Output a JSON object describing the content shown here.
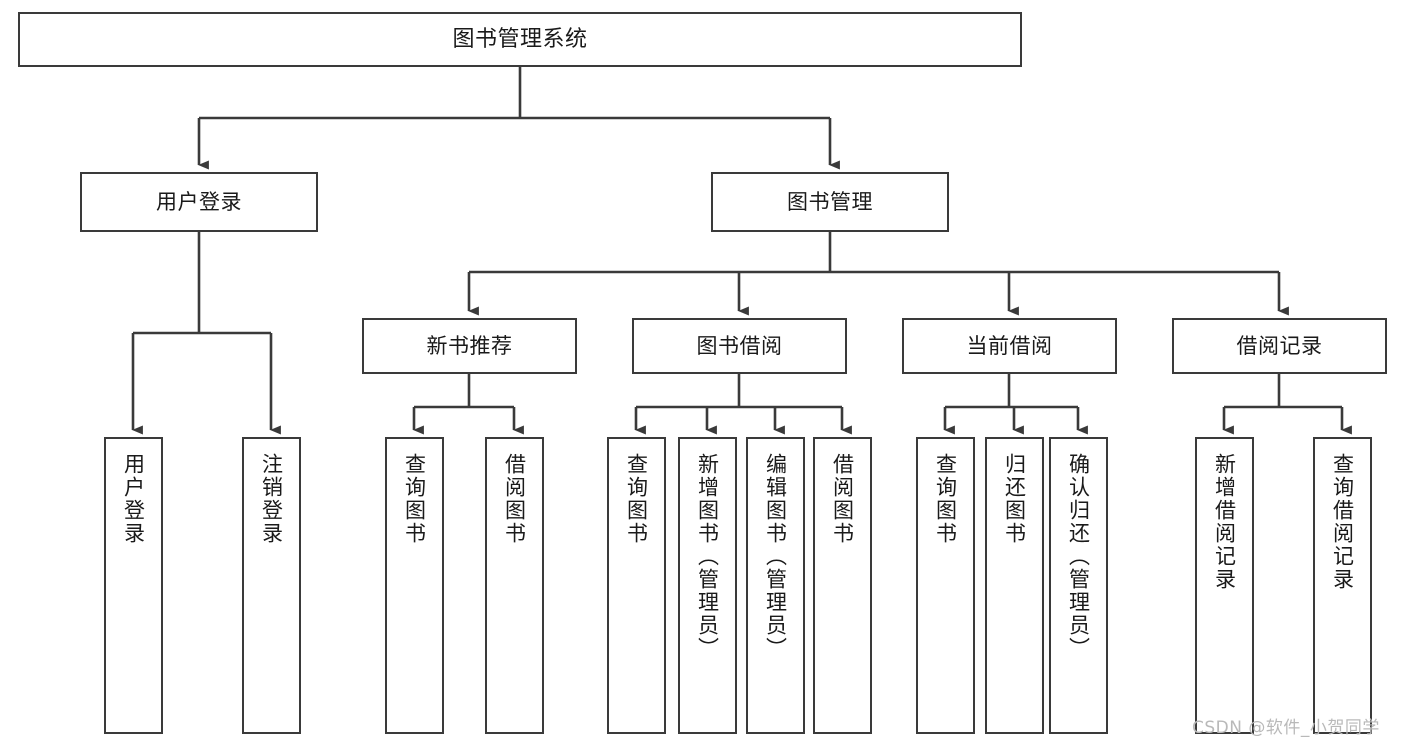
{
  "diagram": {
    "type": "tree-hierarchy-chart",
    "title": "图书管理系统",
    "colors": {
      "box_border": "#3a3a3a",
      "box_fill": "#ffffff",
      "edge": "#3a3a3a",
      "text": "#1a1a1a",
      "watermark": "#b9b9b9",
      "background": "#ffffff"
    },
    "nodes": {
      "root": {
        "label": "图书管理系统"
      },
      "level2": [
        {
          "label": "用户登录"
        },
        {
          "label": "图书管理"
        }
      ],
      "level3": [
        {
          "label": "新书推荐"
        },
        {
          "label": "图书借阅"
        },
        {
          "label": "当前借阅"
        },
        {
          "label": "借阅记录"
        }
      ],
      "leaves_user_login": [
        {
          "label": "用户登录"
        },
        {
          "label": "注销登录"
        }
      ],
      "leaves_new_book": [
        {
          "label": "查询图书"
        },
        {
          "label": "借阅图书"
        }
      ],
      "leaves_borrow": [
        {
          "label": "查询图书"
        },
        {
          "label": "新增图书（管理员）"
        },
        {
          "label": "编辑图书（管理员）"
        },
        {
          "label": "借阅图书"
        }
      ],
      "leaves_current": [
        {
          "label": "查询图书"
        },
        {
          "label": "归还图书"
        },
        {
          "label": "确认归还（管理员）"
        }
      ],
      "leaves_record": [
        {
          "label": "新增借阅记录"
        },
        {
          "label": "查询借阅记录"
        }
      ]
    },
    "watermark": "CSDN @软件_小贺同学"
  }
}
